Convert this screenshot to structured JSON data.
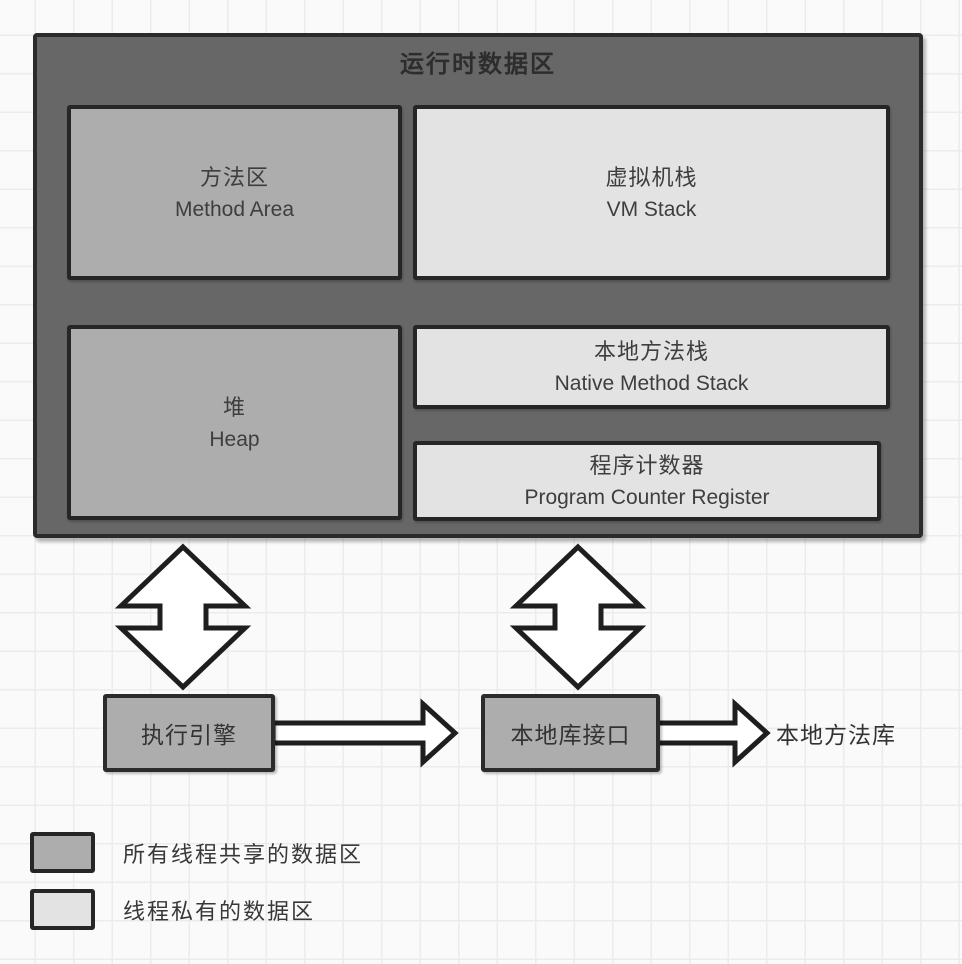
{
  "diagram": {
    "title": "运行时数据区",
    "areas": {
      "method_area": {
        "zh": "方法区",
        "en": "Method Area"
      },
      "vm_stack": {
        "zh": "虚拟机栈",
        "en": "VM Stack"
      },
      "heap": {
        "zh": "堆",
        "en": "Heap"
      },
      "native_method_stack": {
        "zh": "本地方法栈",
        "en": "Native Method Stack"
      },
      "program_counter": {
        "zh": "程序计数器",
        "en": "Program Counter Register"
      }
    },
    "execution_engine": "执行引擎",
    "native_interface": "本地库接口",
    "native_library": "本地方法库"
  },
  "legend": {
    "items": [
      {
        "label": "所有线程共享的数据区",
        "swatch_color": "#adadad"
      },
      {
        "label": "线程私有的数据区",
        "swatch_color": "#e3e3e3"
      }
    ]
  },
  "colors": {
    "outer_fill": "#676767",
    "shared_fill": "#adadad",
    "private_fill": "#e3e3e3",
    "border_dark": "#2b2b2b",
    "arrow_fill": "#ffffff",
    "arrow_stroke": "#1e1e1e",
    "text_dark": "#3e3e3e",
    "grid_line": "#ececec",
    "background": "#fafafa"
  }
}
